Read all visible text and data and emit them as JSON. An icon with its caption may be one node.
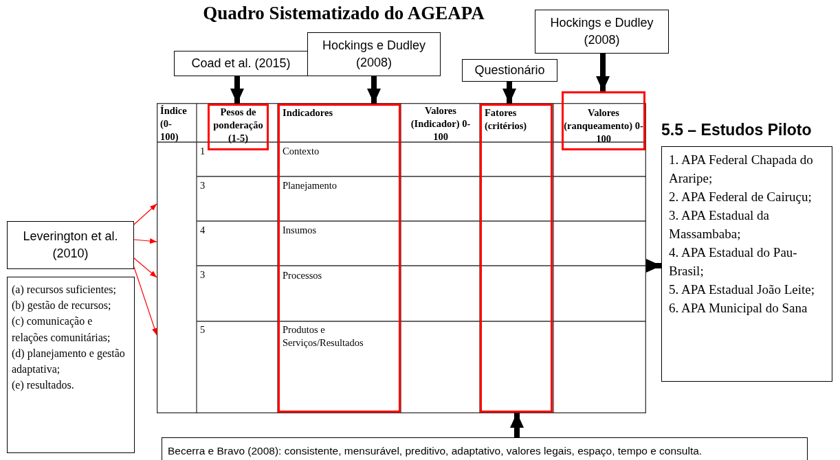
{
  "diagram": {
    "title": "Quadro Sistematizado do AGEAPA",
    "nodes": [
      {
        "text": [
          "Coad et al. (2015)"
        ]
      },
      {
        "text": [
          "Hockings e Dudley (2008)"
        ]
      },
      {
        "text": [
          "Questionário"
        ]
      },
      {
        "text": [
          "Hockings e Dudley (2008)"
        ]
      },
      {
        "text": [],
        "shape": "table"
      },
      {
        "text": [
          "Pesos de ponderação (1-5)"
        ],
        "in": 4
      },
      {
        "text": [
          "Indicadores",
          "Contexto",
          "Planejamento",
          "Insumos",
          "Processos",
          "Produtos e Serviços/Resultados"
        ],
        "in": 4
      },
      {
        "text": [
          "Fatores (critérios)"
        ],
        "in": 4
      },
      {
        "text": [
          "Valores (ranqueamento) 0-100"
        ]
      },
      {
        "text": [
          "Leverington et al. (2010)"
        ]
      },
      {
        "text": [
          "(a) recursos suficientes;",
          "(b) gestão de recursos;",
          "(c) comunicação e relações comunitárias;",
          "(d) planejamento e gestão adaptativa;",
          "(e) resultados."
        ]
      },
      {
        "text": [
          "5.5 – Estudos Piloto",
          "1. APA Federal Chapada do Araripe;",
          "2. APA Federal de Cairuçu;",
          "3. APA Estadual da Massambaba;",
          "4. APA Estadual do Pau-Brasil;",
          "5. APA Estadual João Leite;",
          "6. APA Municipal do Sana"
        ]
      },
      {
        "text": [
          "Becerra e Bravo (2008): consistente, mensurável, preditivo, adaptativo, valores legais, espaço, tempo e consulta."
        ]
      }
    ],
    "edges": [
      {
        "from": 0,
        "to": 5,
        "arrow": "to"
      },
      {
        "from": 1,
        "to": 6,
        "arrow": "to"
      },
      {
        "from": 2,
        "to": 7,
        "arrow": "to"
      },
      {
        "from": 3,
        "to": 8,
        "arrow": "to"
      },
      {
        "from": 9,
        "to": 4,
        "arrow": "to",
        "color": "#ff0000"
      },
      {
        "from": 9,
        "to": 4,
        "arrow": "to",
        "color": "#ff0000"
      },
      {
        "from": 9,
        "to": 4,
        "arrow": "to",
        "color": "#ff0000"
      },
      {
        "from": 9,
        "to": 4,
        "arrow": "to",
        "color": "#ff0000"
      },
      {
        "from": 4,
        "to": 11,
        "arrow": "to"
      },
      {
        "from": 12,
        "to": 7,
        "arrow": "to"
      }
    ],
    "labels": [
      "Índice (0-100)",
      "Valores (Indicador) 0-100",
      "1",
      "3",
      "4",
      "3",
      "5"
    ]
  }
}
